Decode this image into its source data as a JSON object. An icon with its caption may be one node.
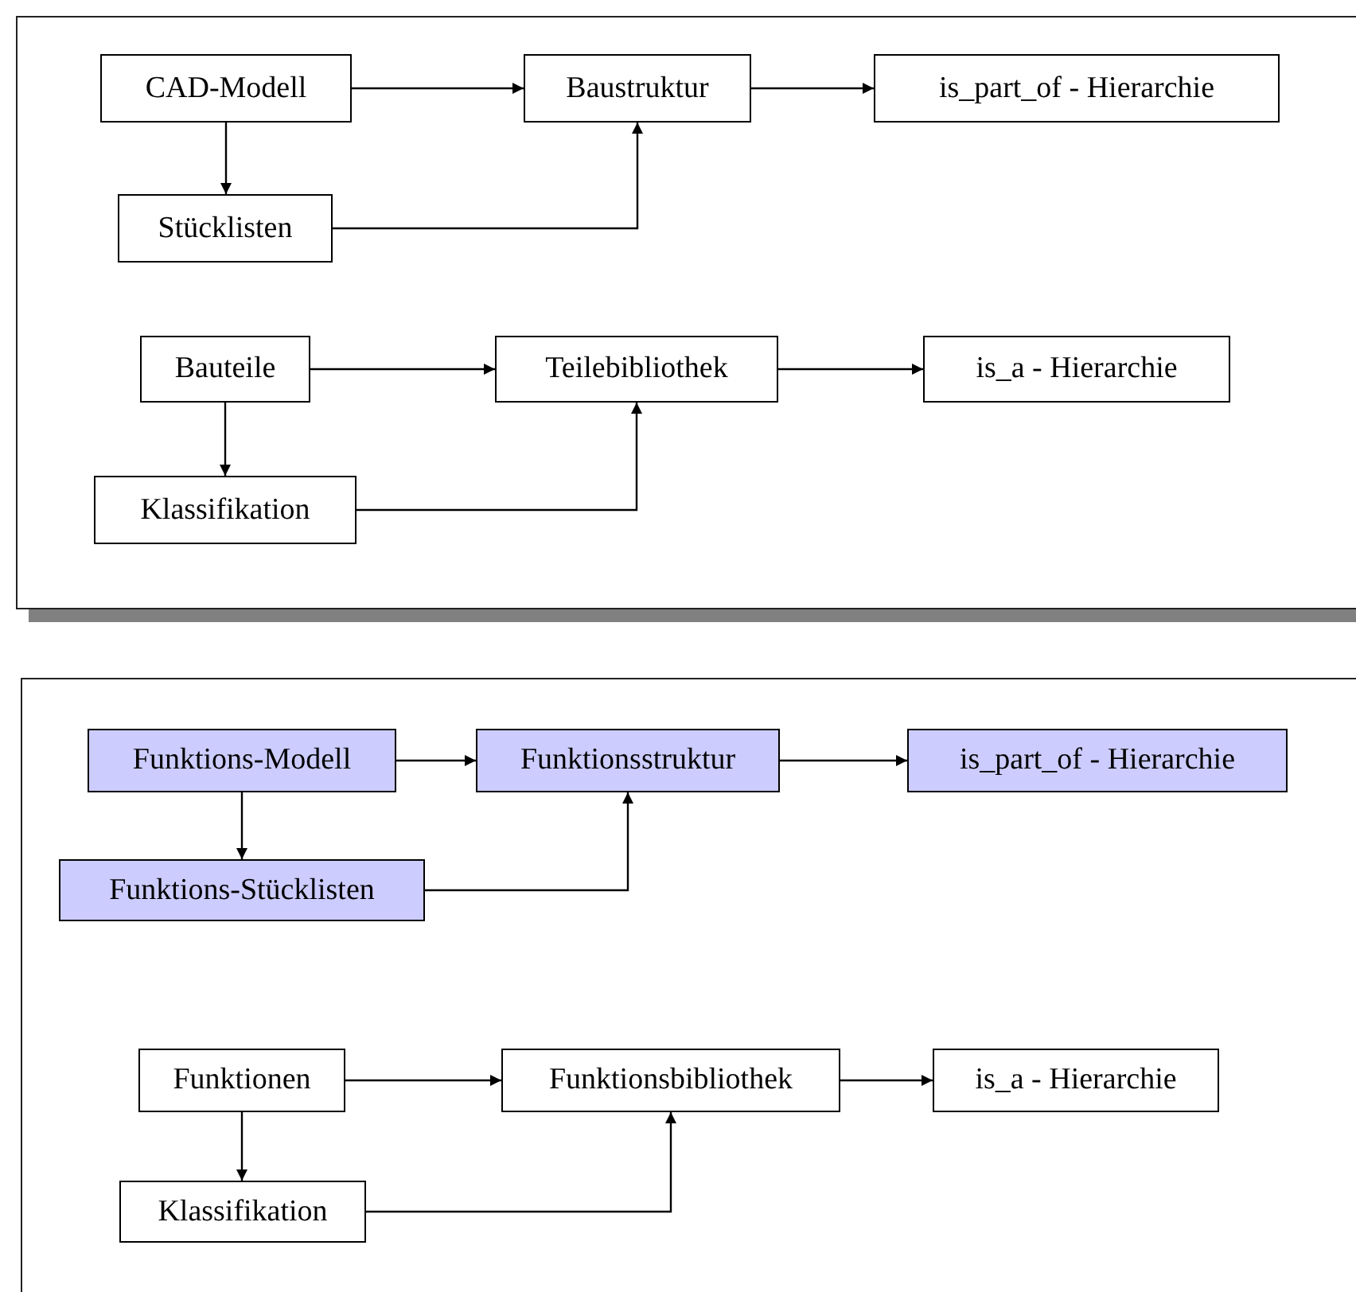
{
  "diagram": {
    "nodes": [
      {
        "text": [],
        "shape": "box"
      },
      {
        "text": [
          "CAD-Modell"
        ],
        "in": 0
      },
      {
        "text": [
          "Baustruktur"
        ],
        "in": 0
      },
      {
        "text": [
          "is_part_of - Hierarchie"
        ],
        "in": 0
      },
      {
        "text": [
          "Stücklisten"
        ],
        "in": 0
      },
      {
        "text": [
          "Bauteile"
        ],
        "in": 0
      },
      {
        "text": [
          "Teilebibliothek"
        ],
        "in": 0
      },
      {
        "text": [
          "is_a - Hierarchie"
        ],
        "in": 0
      },
      {
        "text": [
          "Klassifikation"
        ],
        "in": 0
      },
      {
        "text": [],
        "shape": "box"
      },
      {
        "text": [
          "Funktions-Modell"
        ],
        "in": 9
      },
      {
        "text": [
          "Funktionsstruktur"
        ],
        "in": 9
      },
      {
        "text": [
          "is_part_of - Hierarchie"
        ],
        "in": 9
      },
      {
        "text": [
          "Funktions-Stücklisten"
        ],
        "in": 9
      },
      {
        "text": [
          "Funktionen"
        ],
        "in": 9
      },
      {
        "text": [
          "Funktionsbibliothek"
        ],
        "in": 9
      },
      {
        "text": [
          "is_a - Hierarchie"
        ],
        "in": 9
      },
      {
        "text": [
          "Klassifikation"
        ],
        "in": 9
      }
    ],
    "edges": [
      {
        "from": 1,
        "to": 2,
        "arrow": "to"
      },
      {
        "from": 2,
        "to": 3,
        "arrow": "to"
      },
      {
        "from": 1,
        "to": 4,
        "arrow": "to"
      },
      {
        "from": 4,
        "to": 2,
        "arrow": "to"
      },
      {
        "from": 5,
        "to": 6,
        "arrow": "to"
      },
      {
        "from": 6,
        "to": 7,
        "arrow": "to"
      },
      {
        "from": 5,
        "to": 8,
        "arrow": "to"
      },
      {
        "from": 8,
        "to": 6,
        "arrow": "to"
      },
      {
        "from": 10,
        "to": 11,
        "arrow": "to"
      },
      {
        "from": 11,
        "to": 12,
        "arrow": "to"
      },
      {
        "from": 10,
        "to": 13,
        "arrow": "to"
      },
      {
        "from": 13,
        "to": 11,
        "arrow": "to"
      },
      {
        "from": 14,
        "to": 15,
        "arrow": "to"
      },
      {
        "from": 15,
        "to": 16,
        "arrow": "to"
      },
      {
        "from": 14,
        "to": 17,
        "arrow": "to"
      },
      {
        "from": 17,
        "to": 15,
        "arrow": "to"
      }
    ]
  }
}
